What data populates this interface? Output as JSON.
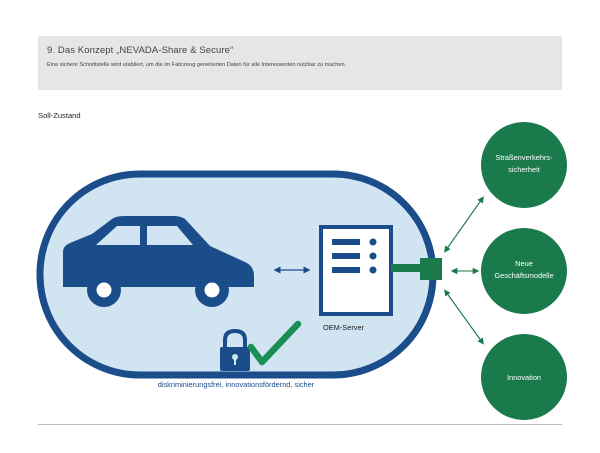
{
  "header": {
    "title": "9.  Das Konzept „NEVADA-Share & Secure“",
    "subtitle": "Eine sichere Schnittstelle wird etabliert, um die im Fahrzeug generierten Daten für alle Interessenten nutzbar zu machen."
  },
  "section": {
    "label": "Soll-Zustand"
  },
  "diagram": {
    "server_label": "OEM-Server",
    "caption": "diskriminierungsfrei, innovationsfördernd, sicher",
    "circles": [
      {
        "line1": "Straßenverkehrs-",
        "line2": "sicherheit"
      },
      {
        "line1": "Neue",
        "line2": "Geschäftsmodelle"
      },
      {
        "line1": "Innovation",
        "line2": ""
      }
    ]
  },
  "colors": {
    "navy": "#1a4d8a",
    "capsule_fill": "#d0e4f2",
    "green": "#1b7a4c",
    "green_light": "#1a8f55",
    "header_band": "#e6e6e6"
  },
  "icons": [
    "car-icon",
    "server-icon",
    "padlock-icon",
    "checkmark-icon",
    "interface-node-icon"
  ]
}
